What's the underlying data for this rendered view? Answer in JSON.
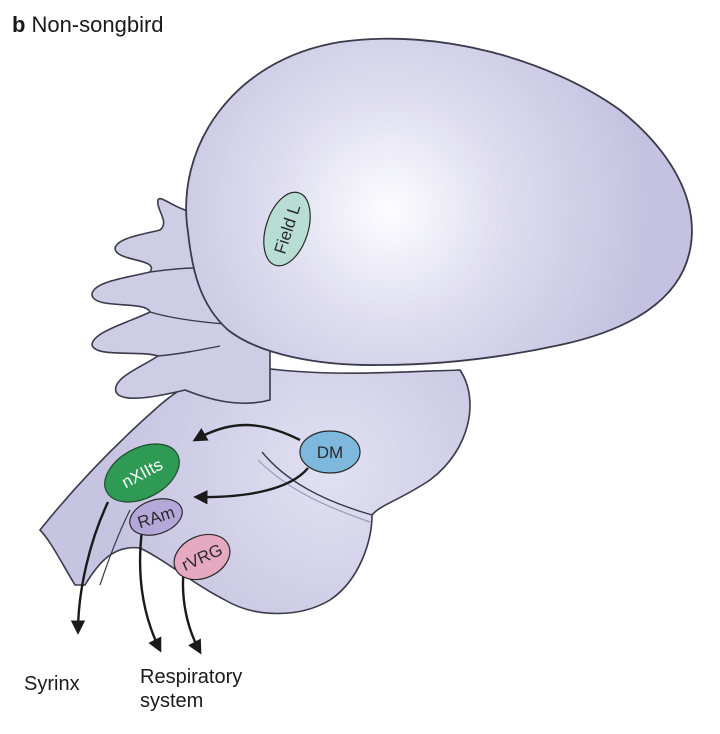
{
  "figure": {
    "panel_letter": "b",
    "panel_title": "Non-songbird"
  },
  "regions": {
    "field_l": "Field L",
    "dm": "DM",
    "nxiits": "nXIIts",
    "ram": "RAm",
    "rvrg": "rVRG"
  },
  "outputs": {
    "syrinx": "Syrinx",
    "respiratory_line1": "Respiratory",
    "respiratory_line2": "system"
  },
  "colors": {
    "brain_fill": "#cfcde6",
    "brain_highlight": "#fdfdff",
    "brain_outline": "#3a3a4a",
    "field_l": "#b8ddd2",
    "dm": "#7eb8dd",
    "nxiits": "#2e9a54",
    "ram": "#b4a8d8",
    "rvrg": "#e6aac0"
  }
}
